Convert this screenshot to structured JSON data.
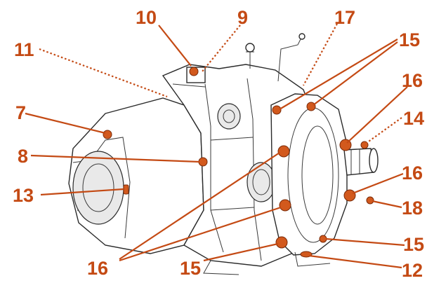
{
  "diagram": {
    "accent_color": "#c44a14",
    "callouts": [
      {
        "id": "c10",
        "label": "10"
      },
      {
        "id": "c9",
        "label": "9"
      },
      {
        "id": "c17",
        "label": "17"
      },
      {
        "id": "c15a",
        "label": "15"
      },
      {
        "id": "c11",
        "label": "11"
      },
      {
        "id": "c16a",
        "label": "16"
      },
      {
        "id": "c7",
        "label": "7"
      },
      {
        "id": "c14",
        "label": "14"
      },
      {
        "id": "c8",
        "label": "8"
      },
      {
        "id": "c16b",
        "label": "16"
      },
      {
        "id": "c13",
        "label": "13"
      },
      {
        "id": "c18",
        "label": "18"
      },
      {
        "id": "c15b",
        "label": "15"
      },
      {
        "id": "c16c",
        "label": "16"
      },
      {
        "id": "c15c",
        "label": "15"
      },
      {
        "id": "c12",
        "label": "12"
      }
    ]
  }
}
